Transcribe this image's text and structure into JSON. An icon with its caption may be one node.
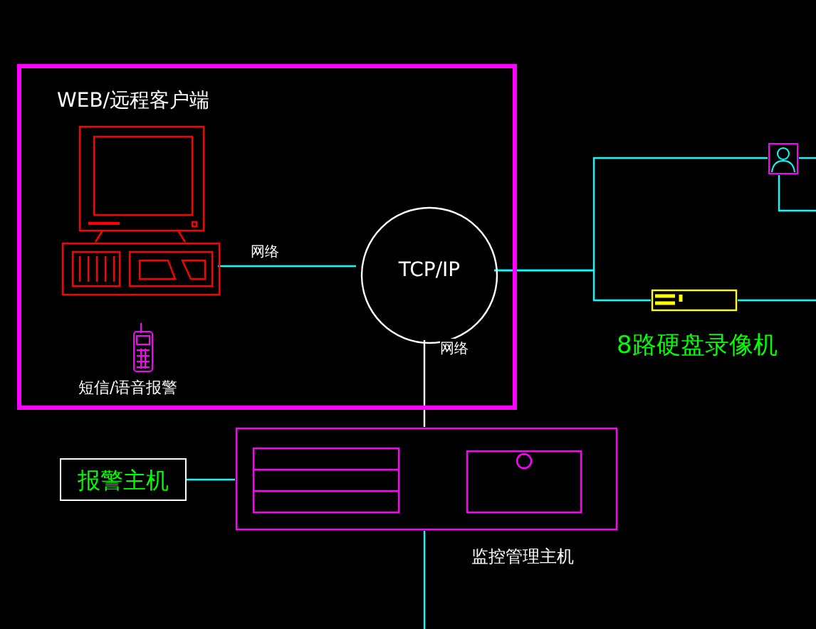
{
  "diagram": {
    "nodes": [
      {
        "text": [
          "WEB/远程客户端"
        ]
      },
      {
        "text": [],
        "shape": "picture",
        "in": 0
      },
      {
        "text": [],
        "shape": "picture",
        "in": 0,
        "beside": [
          "短信/语音报警"
        ]
      },
      {
        "text": [
          "TCP/IP"
        ],
        "in": 0
      },
      {
        "text": [],
        "shape": "box",
        "beside": [
          "8路硬盘录像机"
        ]
      },
      {
        "text": [],
        "shape": "person"
      },
      {
        "text": [
          "报警主机"
        ]
      },
      {
        "text": [],
        "shape": "box",
        "beside": [
          "监控管理主机"
        ]
      }
    ],
    "edges": [
      {
        "from": 1,
        "to": 3,
        "arrow": "none",
        "label": "网络"
      },
      {
        "from": 3,
        "to": 7,
        "arrow": "none",
        "label": "网络",
        "color": "#ffffff"
      },
      {
        "from": 3,
        "to": 5,
        "arrow": "none"
      },
      {
        "from": 3,
        "to": 4,
        "arrow": "none"
      },
      {
        "from": 5,
        "to": null,
        "arrow": "none"
      },
      {
        "from": 4,
        "to": null,
        "arrow": "none"
      },
      {
        "from": 6,
        "to": 7,
        "arrow": "none"
      },
      {
        "from": 7,
        "to": null,
        "arrow": "none"
      },
      {
        "from": 5,
        "to": null,
        "arrow": "none"
      }
    ]
  }
}
